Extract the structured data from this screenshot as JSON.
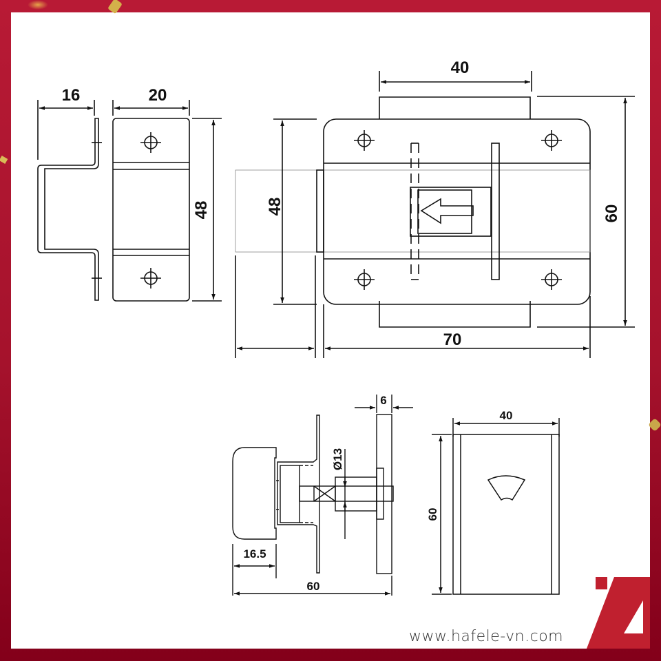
{
  "page": {
    "background_color": "#b01a33",
    "frame_color": "#ffffff",
    "brand_color": "#c0202f"
  },
  "views": {
    "keeper_side": {
      "width_dim": "16"
    },
    "keeper_front": {
      "width_dim": "20",
      "height_dim": "48"
    },
    "bolt_front": {
      "top_dim": "40",
      "left_height_dim": "48",
      "right_height_dim": "60",
      "bottom_width_dim": "70"
    },
    "bolt_side": {
      "thickness_dim": "6",
      "diameter_dim": "Ø13",
      "knob_dim": "16.5",
      "overall_dim": "60"
    },
    "cover_plate": {
      "width_dim": "40",
      "height_dim": "60"
    }
  },
  "footer": {
    "website": "www.hafele-vn.com",
    "logo": "hafele-logo"
  }
}
